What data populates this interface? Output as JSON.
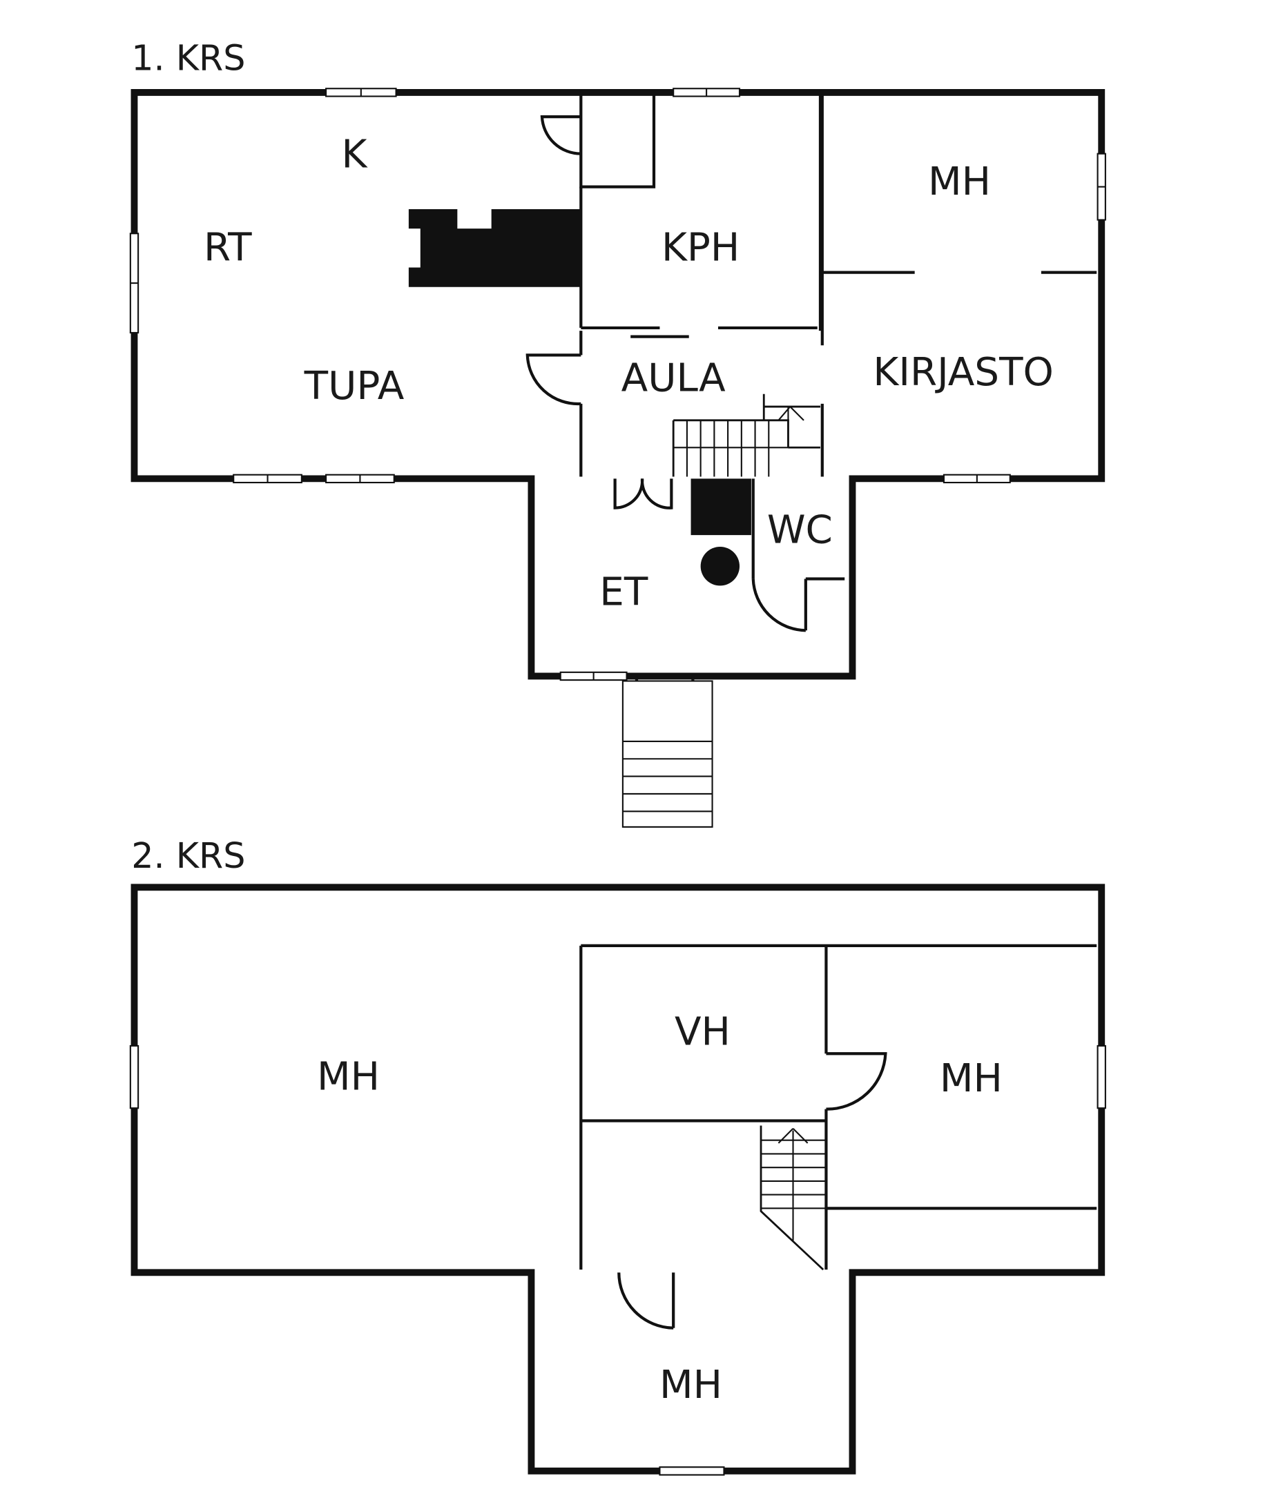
{
  "floors": [
    {
      "title": "1. KRS",
      "rooms": [
        "K",
        "RT",
        "TUPA",
        "KPH",
        "MH",
        "AULA",
        "KIRJASTO",
        "WC",
        "ET"
      ]
    },
    {
      "title": "2. KRS",
      "rooms": [
        "MH",
        "VH",
        "MH",
        "MH"
      ]
    }
  ],
  "colors": {
    "wall": "#111111",
    "background": "#ffffff"
  }
}
